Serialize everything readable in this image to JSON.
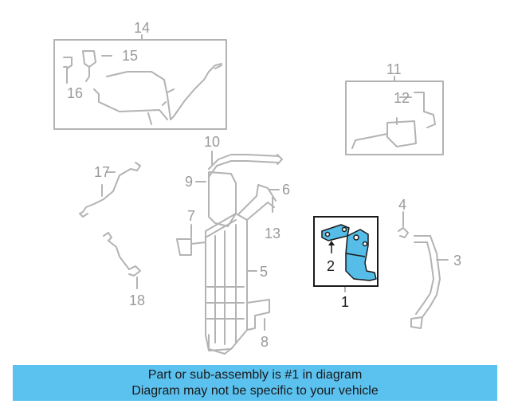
{
  "callouts": {
    "c1": "1",
    "c2": "2",
    "c3": "3",
    "c4": "4",
    "c5": "5",
    "c6": "6",
    "c7": "7",
    "c8": "8",
    "c9": "9",
    "c10": "10",
    "c11": "11",
    "c12": "12",
    "c13": "13",
    "c14": "14",
    "c15": "15",
    "c16": "16",
    "c17": "17",
    "c18": "18"
  },
  "banner": {
    "line1": "Part or sub-assembly is #1 in diagram",
    "line2": "Diagram may not be specific to your vehicle"
  },
  "colors": {
    "line_art": "#b3b3b3",
    "highlight_part": "#55bde8",
    "banner_bg": "#5bc1ef",
    "text": "#1a1a1a"
  }
}
